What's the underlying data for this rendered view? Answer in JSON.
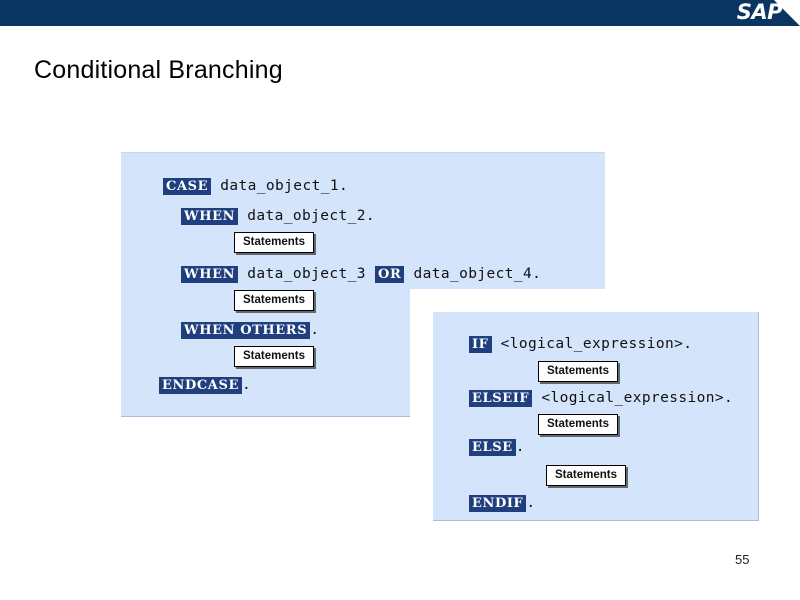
{
  "header": {
    "logo_text": "SAP",
    "band_color": "#0a3562"
  },
  "title": "Conditional Branching",
  "page_number": "55",
  "colors": {
    "panel_background": "#d4e5fb",
    "keyword_highlight": "#1f3f7f",
    "keyword_text": "#ffffff",
    "code_text": "#111111",
    "header_band": "#0a3562"
  },
  "statements_label": "Statements",
  "case_block": {
    "lines": [
      {
        "keyword": "CASE",
        "text": " data_object_1."
      },
      {
        "keyword": "WHEN",
        "text": " data_object_2."
      },
      {
        "keyword": "WHEN",
        "text": " data_object_3 ",
        "keyword2": "OR",
        "text2": " data_object_4."
      },
      {
        "keyword": "WHEN OTHERS",
        "text": "."
      },
      {
        "keyword": "ENDCASE",
        "text": "."
      }
    ],
    "statements": [
      "Statements",
      "Statements",
      "Statements"
    ]
  },
  "if_block": {
    "lines": [
      {
        "keyword": "IF",
        "text": " <logical_expression>."
      },
      {
        "keyword": "ELSEIF",
        "text": " <logical_expression>."
      },
      {
        "keyword": "ELSE",
        "text": "."
      },
      {
        "keyword": "ENDIF",
        "text": "."
      }
    ],
    "statements": [
      "Statements",
      "Statements",
      "Statements"
    ]
  }
}
